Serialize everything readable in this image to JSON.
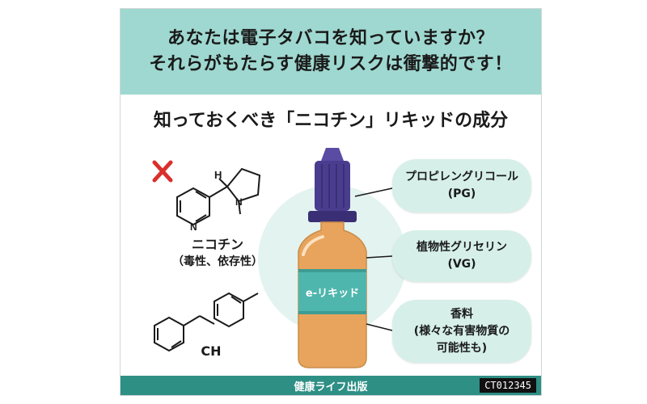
{
  "header": {
    "line1": "あなたは電子タバコを知っていますか？",
    "line2": "それらがもたらす健康リスクは衝撃的です！"
  },
  "subtitle": "知っておくべき「ニコチン」リキッドの成分",
  "nicotine": {
    "name": "ニコチン",
    "note": "（毒性、依存性）",
    "atoms": {
      "h": "H",
      "n_ring": "N",
      "n_pyrrolidine": "N"
    }
  },
  "second_molecule": {
    "label": "CH"
  },
  "bottle": {
    "label": "e-リキッド"
  },
  "ingredients": [
    {
      "line1": "プロピレングリコール",
      "line2": "(PG)"
    },
    {
      "line1": "植物性グリセリン",
      "line2": "(VG)"
    },
    {
      "line1": "香料",
      "line2": "(様々な有害物質の",
      "line3": "可能性も)"
    }
  ],
  "footer": {
    "publisher": "健康ライフ出版",
    "code": "CT012345"
  },
  "icons": {
    "warning": "cross-mark-icon"
  },
  "colors": {
    "header_bg": "#9fd8d0",
    "footer_bg": "#2e8f85",
    "bubble_bg": "#d6efe9",
    "cross": "#d9302c",
    "cap": "#4a3d8f",
    "liquid": "#e8a45c",
    "label_band": "#4fb6ad"
  }
}
